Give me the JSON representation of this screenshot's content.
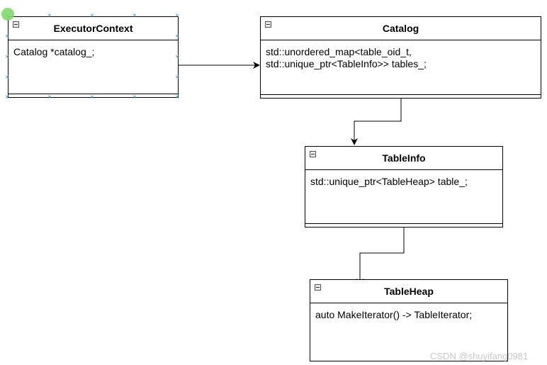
{
  "classes": {
    "executor_context": {
      "name": "ExecutorContext",
      "attrs": "Catalog *catalog_;"
    },
    "catalog": {
      "name": "Catalog",
      "attrs": "std::unordered_map<table_oid_t,\nstd::unique_ptr<TableInfo>> tables_;"
    },
    "table_info": {
      "name": "TableInfo",
      "attrs": "std::unique_ptr<TableHeap> table_;"
    },
    "table_heap": {
      "name": "TableHeap",
      "attrs": "auto MakeIterator() -> TableIterator;"
    }
  },
  "watermark": "CSDN @shuyifang0981",
  "colors": {
    "selection": "#29a3d9",
    "selection_dot": "#7ddc6a"
  }
}
